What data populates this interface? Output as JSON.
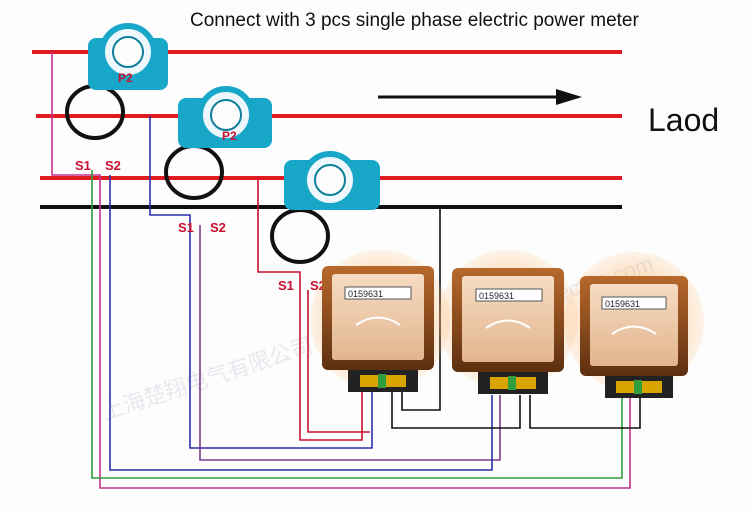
{
  "title": "Connect with 3 pcs single phase electric power meter",
  "load_label": "Laod",
  "ct_labels": {
    "p2": "P2",
    "s1": "S1",
    "s2": "S2"
  },
  "meter_display": "0159631",
  "watermark": {
    "text_cn": "上海楚翔电气有限公司",
    "text_en": "chuling-electric.com"
  },
  "colors": {
    "phase_line": "#e01b24",
    "neutral_line": "#111111",
    "ct_body": "#19a7c9",
    "meter_body": "#8a4a20",
    "meter_face": "#f1cfb0",
    "wire_red": "#c8102e",
    "wire_blue": "#2b2fa8",
    "wire_purple": "#7a3d8c",
    "wire_green": "#2e9e3e",
    "wire_magenta": "#c2338f",
    "wire_black": "#111111"
  }
}
